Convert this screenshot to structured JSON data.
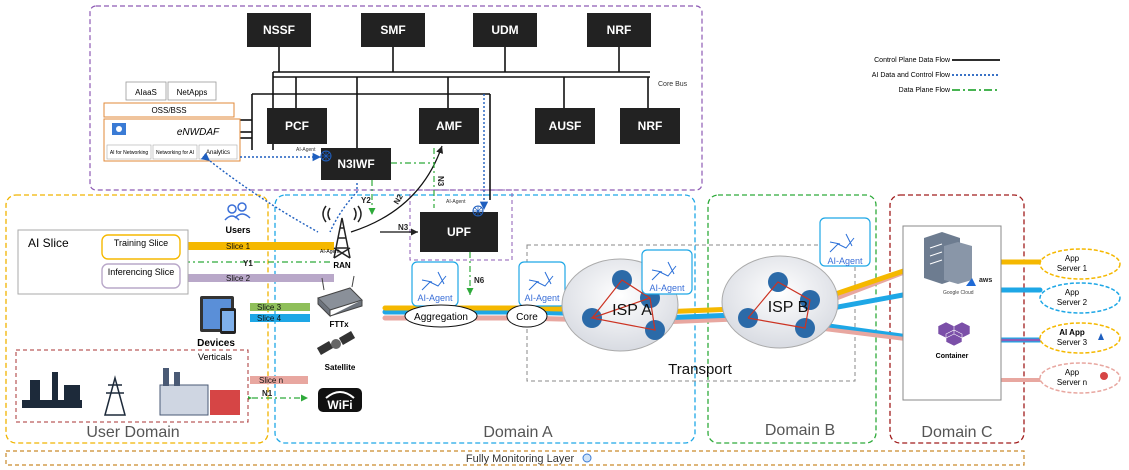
{
  "core": {
    "nssf": "NSSF",
    "smf": "SMF",
    "udm": "UDM",
    "nrf_top": "NRF",
    "pcf": "PCF",
    "amf": "AMF",
    "ausf": "AUSF",
    "nrf_bottom": "NRF",
    "n3iwf": "N3IWF",
    "upf": "UPF",
    "core_bus": "Core Bus",
    "aiaas": "AIaaS",
    "netapps": "NetApps",
    "oss_bss": "OSS/BSS",
    "enwdaf": "eNWDAF",
    "ai_for_networking": "AI for Networking",
    "networking_for_ai": "Networking for AI",
    "analytics": "Analytics"
  },
  "legend": {
    "control_plane": "Control Plane Data Flow",
    "ai_data": "AI Data and Control Flow",
    "data_plane": "Data Plane Flow"
  },
  "interfaces": {
    "y2": "Y2",
    "y1": "Y1",
    "n2": "N2",
    "n3": "N3",
    "n3_upf": "N3",
    "n6": "N6",
    "n1": "N1",
    "ai_agent": "AI-Agent"
  },
  "user_domain": {
    "title": "User Domain",
    "users": "Users",
    "ai_slice": "AI Slice",
    "training_slice": "Training Slice",
    "inferencing_slice": "Inferencing Slice",
    "devices": "Devices",
    "verticals": "Verticals"
  },
  "slices": {
    "s1": "Slice 1",
    "s2": "Slice 2",
    "s3": "Slice 3",
    "s4": "Slice 4",
    "sn": "Slice n"
  },
  "domain_a": {
    "title": "Domain A",
    "ran": "RAN",
    "fttx": "FTTx",
    "satellite": "Satellite",
    "wifi": "WiFi",
    "aggregation": "Aggregation",
    "core": "Core",
    "ai_agent_1": "AI-Agent",
    "ai_agent_2": "AI-Agent"
  },
  "transport": {
    "title": "Transport",
    "isp_a": "ISP A",
    "isp_b": "ISP B",
    "ai_agent": "AI-Agent"
  },
  "domain_b": {
    "title": "Domain B",
    "ai_agent": "AI-Agent"
  },
  "domain_c": {
    "title": "Domain C",
    "container": "Container",
    "aws": "aws",
    "google_cloud": "Google Cloud",
    "servers": [
      {
        "line1": "App",
        "line2": "Server 1"
      },
      {
        "line1": "App",
        "line2": "Server 2"
      },
      {
        "line1": "AI App",
        "line2": "Server 3"
      },
      {
        "line1": "App",
        "line2": "Server n"
      }
    ]
  },
  "monitoring": "Fully Monitoring Layer",
  "colors": {
    "slice1": "#f5b800",
    "slice2": "#b9a8c9",
    "slice3": "#8fbf5a",
    "slice4": "#1ea7e6",
    "slicen": "#e8a7a0",
    "ai_flow": "#1f5fbf",
    "data_plane": "#2eaa3a",
    "core_box": "#222222"
  }
}
